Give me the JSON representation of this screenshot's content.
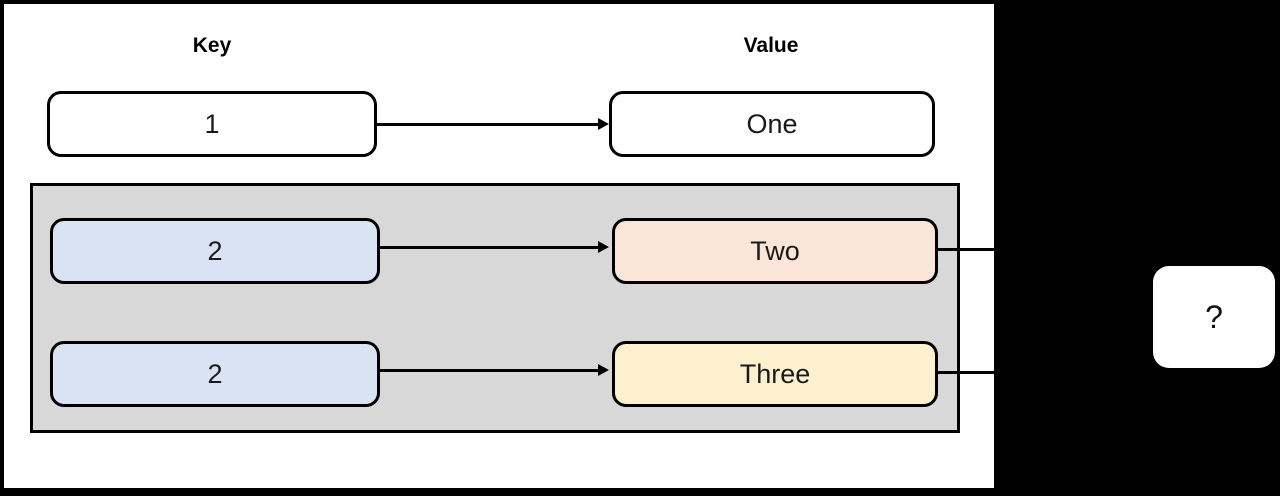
{
  "diagram": {
    "title_columns": {
      "key": "Key",
      "value": "Value"
    },
    "palette": {
      "panel_background": "#ffffff",
      "canvas_background": "#000000",
      "collision_group_fill": "#d8d8d8",
      "key_node_fill": "#dae3f3",
      "value_two_fill": "#fae5d8",
      "value_three_fill": "#fdf0ce",
      "stroke": "#000000",
      "plain_node_fill": "#ffffff"
    },
    "rows": [
      {
        "key": "1",
        "value": "One",
        "in_collision_group": false,
        "key_fill": "#ffffff",
        "value_fill": "#ffffff",
        "has_tail": false
      },
      {
        "key": "2",
        "value": "Two",
        "in_collision_group": true,
        "key_fill": "#dae3f3",
        "value_fill": "#fae5d8",
        "has_tail": true
      },
      {
        "key": "2",
        "value": "Three",
        "in_collision_group": true,
        "key_fill": "#dae3f3",
        "value_fill": "#fdf0ce",
        "has_tail": true
      }
    ],
    "unknown_node": {
      "label": "?"
    },
    "connectors": [
      {
        "from": "1",
        "to": "One",
        "style": "arrow"
      },
      {
        "from": "2",
        "to": "Two",
        "style": "arrow"
      },
      {
        "from": "2",
        "to": "Three",
        "style": "arrow"
      }
    ]
  }
}
